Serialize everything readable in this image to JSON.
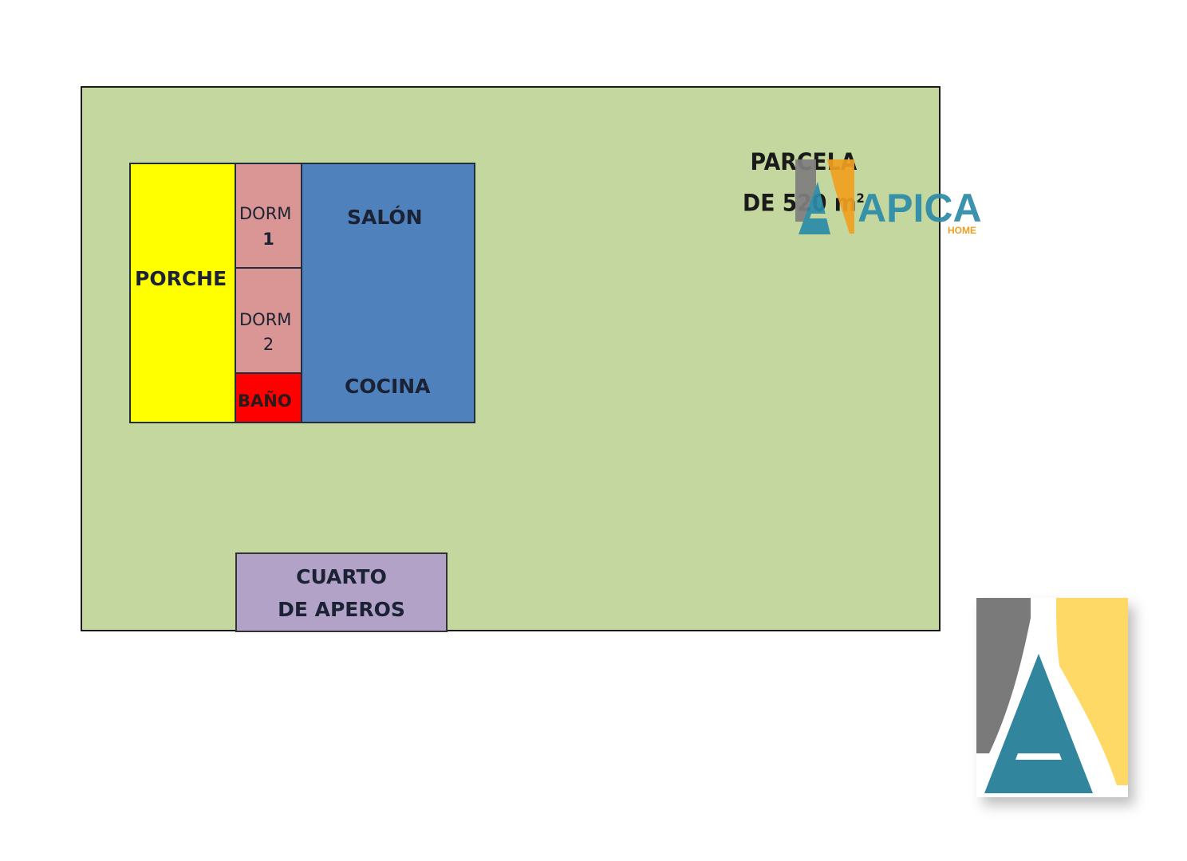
{
  "plot": {
    "title_line1": "PARCELA",
    "title_line2": "DE 520 m",
    "title_sup": "2",
    "background_color": "#c4d79e"
  },
  "rooms": {
    "porche": {
      "label": "PORCHE",
      "color": "#ffff00"
    },
    "dorm1": {
      "label_line1": "DORM",
      "label_line2": "1",
      "color": "#d99694"
    },
    "dorm2": {
      "label_line1": "DORM",
      "label_line2": "2",
      "color": "#d99694"
    },
    "bano": {
      "label": "BAÑO",
      "color": "#ff0000"
    },
    "salon": {
      "label": "SALÓN",
      "color": "#4f81bd"
    },
    "cocina": {
      "label": "COCINA"
    },
    "aperos": {
      "label_line1": "CUARTO",
      "label_line2": "DE APEROS",
      "color": "#b3a2c7"
    }
  },
  "watermark": {
    "brand": "APICA",
    "sub": "HOME",
    "colors": {
      "teal": "#2b8aa8",
      "orange": "#f0a020",
      "gray": "#808080",
      "yellow": "#ffd966"
    }
  }
}
